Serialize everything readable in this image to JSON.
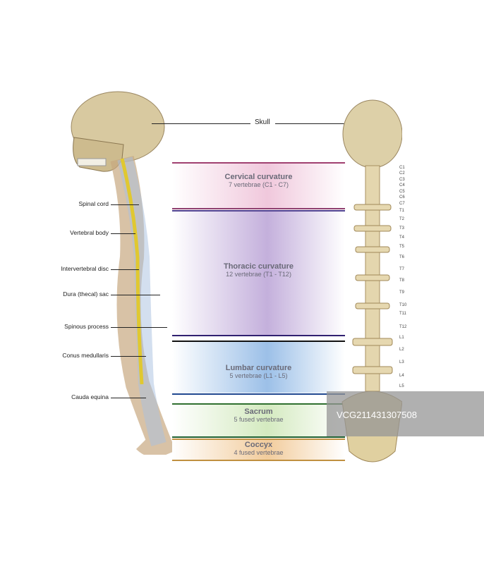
{
  "left_labels": [
    "Spinal cord",
    "Vertebral body",
    "Intervertebral disc",
    "Dura (thecal) sac",
    "Spinous process",
    "Conus medullaris",
    "Cauda equina"
  ],
  "skull_label": "Skull",
  "regions": [
    {
      "title": "Cervical curvature",
      "sub": "7 vertebrae (C1 - C7)",
      "color": "#e8b8d4"
    },
    {
      "title": "Thoracic curvature",
      "sub": "12 vertebrae (T1 - T12)",
      "color": "#bfaad8"
    },
    {
      "title": "Lumbar curvature",
      "sub": "5 vertebrae (L1 - L5)",
      "color": "#9cc0e8"
    },
    {
      "title": "Sacrum",
      "sub": "5 fused vertebrae",
      "color": "#cfe6b8"
    },
    {
      "title": "Coccyx",
      "sub": "4 fused vertebrae",
      "color": "#f0c898"
    }
  ],
  "vertebra_labels": [
    "C1",
    "C2",
    "C3",
    "C4",
    "C5",
    "C6",
    "C7",
    "T1",
    "T2",
    "T3",
    "T4",
    "T5",
    "T6",
    "T7",
    "T8",
    "T9",
    "T10",
    "T11",
    "T12",
    "L1",
    "L2",
    "L3",
    "L4",
    "L5"
  ],
  "watermark": "VCG211431307508"
}
